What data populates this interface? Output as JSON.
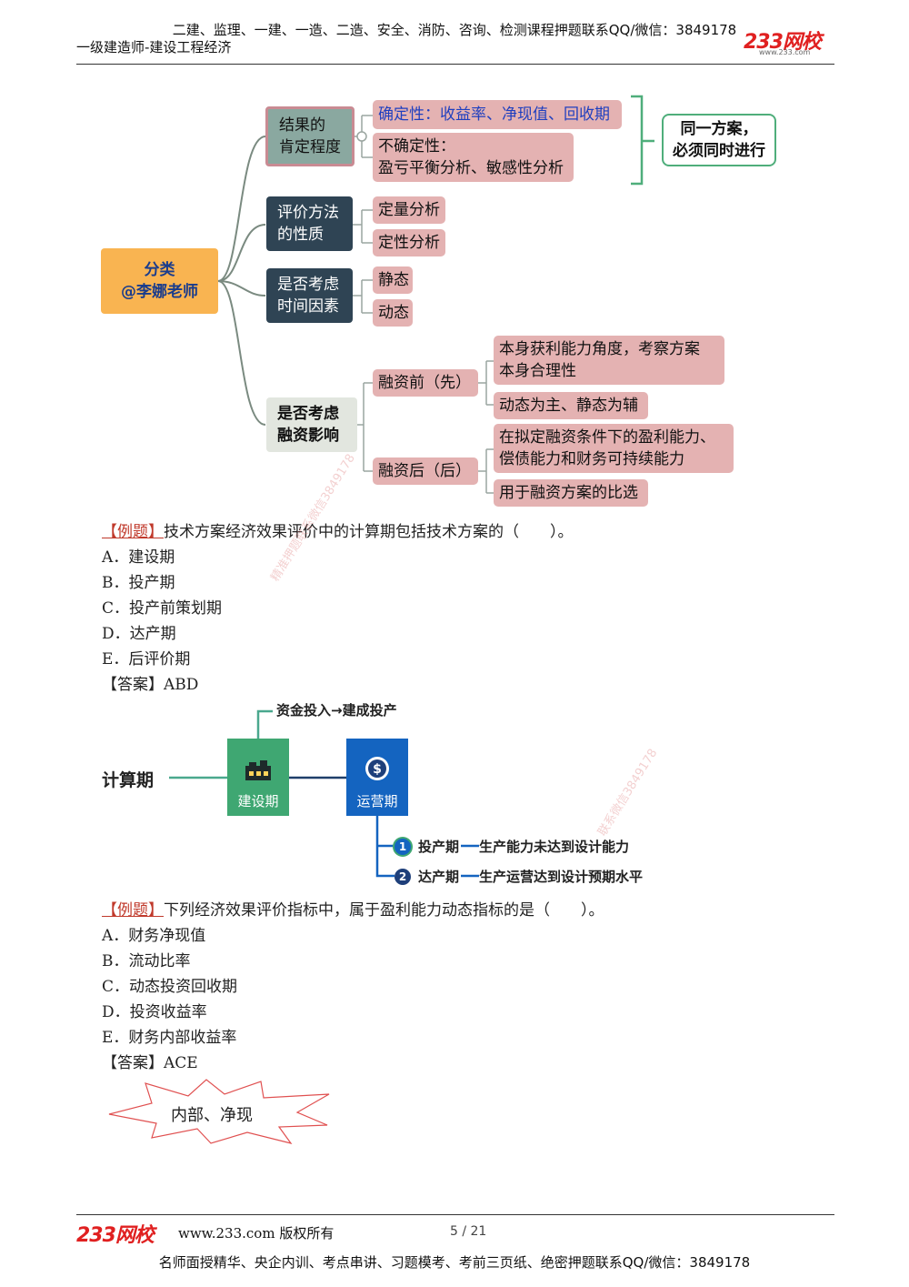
{
  "header": {
    "top_line": "二建、监理、一建、一造、二造、安全、消防、咨询、检测课程押题联系QQ/微信：3849178",
    "subtitle": "一级建造师-建设工程经济",
    "logo": "233网校",
    "logo_url": "www.233.com"
  },
  "mindmap": {
    "root": [
      "分类",
      "@李娜老师"
    ],
    "branch1": {
      "label": [
        "结果的",
        "肯定程度"
      ],
      "certain": "确定性：收益率、净现值、回收期",
      "uncertain": [
        "不确定性：",
        "盈亏平衡分析、敏感性分析"
      ],
      "note": [
        "同一方案，",
        "必须同时进行"
      ]
    },
    "branch2": {
      "label": [
        "评价方法",
        "的性质"
      ],
      "items": [
        "定量分析",
        "定性分析"
      ]
    },
    "branch3": {
      "label": [
        "是否考虑",
        "时间因素"
      ],
      "items": [
        "静态",
        "动态"
      ]
    },
    "branch4": {
      "label": [
        "是否考虑",
        "融资影响"
      ],
      "before": "融资前（先）",
      "before_items": [
        [
          "本身获利能力角度，考察方案",
          "本身合理性"
        ],
        [
          "动态为主、静态为辅"
        ]
      ],
      "after": "融资后（后）",
      "after_items": [
        [
          "在拟定融资条件下的盈利能力、",
          "偿债能力和财务可持续能力"
        ],
        [
          "用于融资方案的比选"
        ]
      ]
    }
  },
  "q1": {
    "tag": "【例题】",
    "stem": "技术方案经济效果评价中的计算期包括技术方案的（　　）。",
    "options": [
      "A．建设期",
      "B．投产期",
      "C．投产前策划期",
      "D．达产期",
      "E．后评价期"
    ],
    "answer": "【答案】ABD"
  },
  "diagram": {
    "title": "计算期",
    "top_label": "资金投入→建成投产",
    "build": "建设期",
    "operate": "运营期",
    "items": [
      {
        "num": "1",
        "name": "投产期",
        "desc": "生产能力未达到设计能力"
      },
      {
        "num": "2",
        "name": "达产期",
        "desc": "生产运营达到设计预期水平"
      }
    ]
  },
  "q2": {
    "tag": "【例题】",
    "stem": "下列经济效果评价指标中，属于盈利能力动态指标的是（　　）。",
    "options": [
      "A．财务净现值",
      "B．流动比率",
      "C．动态投资回收期",
      "D．投资收益率",
      "E．财务内部收益率"
    ],
    "answer": "【答案】ACE"
  },
  "burst_text": "内部、净现",
  "watermarks": [
    "精准押题联系微信3849178",
    "联系微信3849178"
  ],
  "footer": {
    "logo": "233网校",
    "copyright": "www.233.com 版权所有",
    "page": "5 / 21",
    "bottom_line": "名师面授精华、央企内训、考点串讲、习题模考、考前三页纸、绝密押题联系QQ/微信：3849178"
  },
  "colors": {
    "accent_red": "#e02020",
    "root_orange": "#f9b451",
    "dark_node": "#2f4454",
    "pink_node": "#e4b2b2",
    "green_box": "#3fa772",
    "blue_box": "#1464c0"
  }
}
